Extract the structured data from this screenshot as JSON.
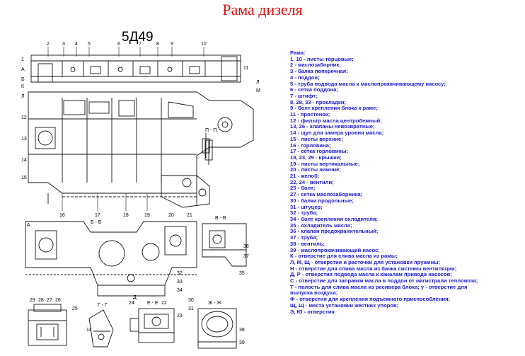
{
  "title": "Рама дизеля",
  "model": "5Д49",
  "drawing": {
    "top_labels": [
      "2",
      "3",
      "4",
      "5",
      "6",
      "7",
      "8",
      "9",
      "10"
    ],
    "left_labels": [
      "1",
      "А",
      "Б",
      "К",
      "Л"
    ],
    "right_labels": [
      "11",
      "Л",
      "М"
    ],
    "mid_labels": [
      "12",
      "13",
      "14",
      "15",
      "16",
      "17",
      "18",
      "19",
      "20",
      "21"
    ],
    "bottom_labels": [
      "22",
      "23",
      "24",
      "25",
      "26",
      "27",
      "28",
      "29",
      "30",
      "31",
      "32",
      "33",
      "34",
      "35",
      "36",
      "37",
      "38",
      "39"
    ],
    "section_labels": [
      "Б - Б",
      "В - В",
      "Г - Г",
      "Е - Е",
      "Ж - Ж",
      "А",
      "Д",
      "П - П"
    ]
  },
  "legend": {
    "header": "Рама:",
    "items": [
      "1, 10 - листы торцовые;",
      "2 - маслозаборник;",
      "3 - балка поперечная;",
      "4 - поддон;",
      "5 - труба подвода масла к маслопрокачивающему насосу;",
      "6 - сетка поддона;",
      "7 - штифт;",
      "8, 28, 33 - прокладки;",
      "9 - болт крепления блока к раме;",
      "11 - простенок;",
      "12 - фильтр масла центробежный;",
      "13, 26 - клапаны невозвратные;",
      "14 - щуп для замера уровня масла;",
      "15 - листы верхние;",
      "16 - горловина;",
      "17 - сетка горловины;",
      "18, 23, 29 - крышки;",
      "19 - листы вертикальные;",
      "20 - листы нижние;",
      "21 - желоб;",
      "22, 24 - вентили;",
      "25 - болт;",
      "27 - сетка маслозаборника;",
      "30 - балки продольные;",
      "31 - штуцер;",
      "32 - труба;",
      "34 - болт крепления охладителя;",
      "35 - охладитель масла;",
      "36 - клапан предохранительный;",
      "37 - труба;",
      "38 - вентиль;",
      "39 - маслопрокачивающий насос;",
      "К - отверстие для слива масла из рамы;",
      "Л, М, Щ - отверстия и расточки для установки пружины;",
      "Н - отверстие для слива масла из бачка системы вентиляции;",
      "Д, Р - отверстия подвода масла к каналам привода насосов;",
      "С - отверстие для заправки масла в поддон от магистрали тепловоза;",
      "Т - полость для слива масла из ресивера блока; у - отверстие для",
      "выпуска воздуха;",
      "Ф - отверстия для крепления подъемного приспособления;",
      "Щ, Щ - места установки жестких упоров;",
      "Э, Ю - отверстия"
    ]
  }
}
